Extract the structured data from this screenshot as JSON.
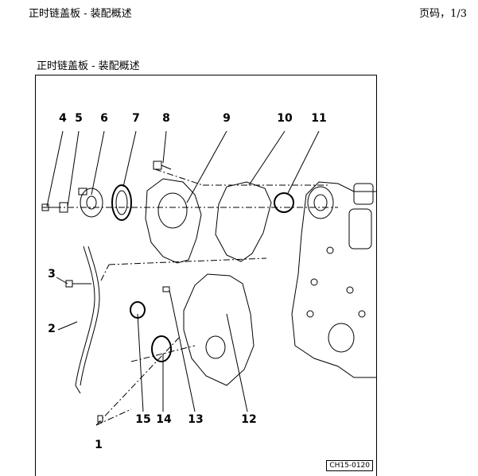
{
  "header": {
    "title": "正时链盖板 - 装配概述",
    "page_number": "页码，1/3"
  },
  "figure": {
    "title": "正时链盖板 - 装配概述",
    "code": "CH15-0120",
    "callouts": [
      {
        "id": "c4",
        "label": "4"
      },
      {
        "id": "c5",
        "label": "5"
      },
      {
        "id": "c6",
        "label": "6"
      },
      {
        "id": "c7",
        "label": "7"
      },
      {
        "id": "c8",
        "label": "8"
      },
      {
        "id": "c9",
        "label": "9"
      },
      {
        "id": "c10",
        "label": "10"
      },
      {
        "id": "c11",
        "label": "11"
      },
      {
        "id": "c3",
        "label": "3"
      },
      {
        "id": "c2",
        "label": "2"
      },
      {
        "id": "c15",
        "label": "15"
      },
      {
        "id": "c14",
        "label": "14"
      },
      {
        "id": "c13",
        "label": "13"
      },
      {
        "id": "c12",
        "label": "12"
      },
      {
        "id": "c1",
        "label": "1"
      }
    ]
  }
}
